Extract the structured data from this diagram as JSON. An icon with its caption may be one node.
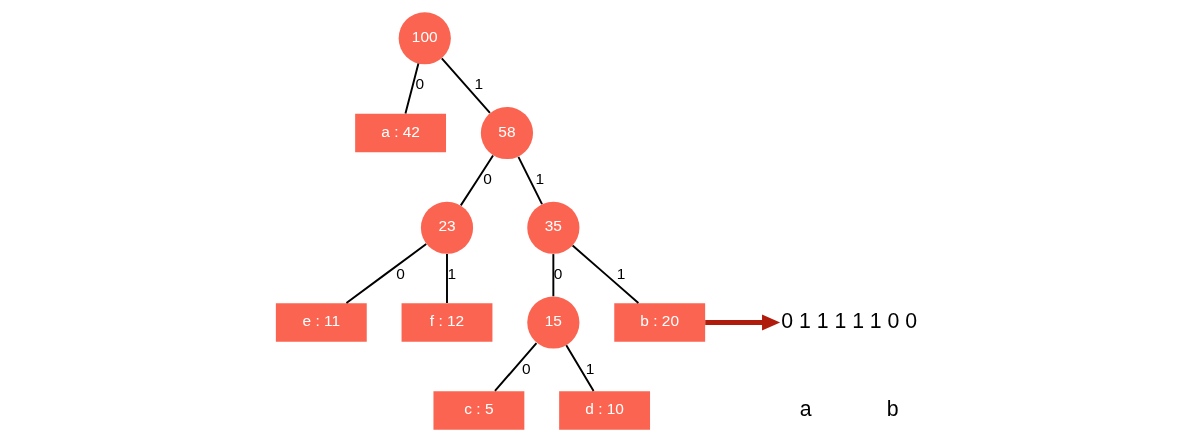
{
  "diagram": {
    "nodes": [
      {
        "text": [
          "100"
        ]
      },
      {
        "text": [
          "a : 42"
        ]
      },
      {
        "text": [
          "58"
        ]
      },
      {
        "text": [
          "23"
        ]
      },
      {
        "text": [
          "35"
        ]
      },
      {
        "text": [
          "e : 11"
        ]
      },
      {
        "text": [
          "f : 12"
        ]
      },
      {
        "text": [
          "15"
        ]
      },
      {
        "text": [
          "b : 20"
        ]
      },
      {
        "text": [
          "c : 5"
        ]
      },
      {
        "text": [
          "d : 10"
        ]
      },
      {
        "text": [
          "0 1 1 1 1 1 0 0"
        ]
      }
    ],
    "edges": [
      {
        "from": 0,
        "to": 1,
        "arrow": "none",
        "label": "0"
      },
      {
        "from": 0,
        "to": 2,
        "arrow": "none",
        "label": "1"
      },
      {
        "from": 2,
        "to": 3,
        "arrow": "none",
        "label": "0"
      },
      {
        "from": 2,
        "to": 4,
        "arrow": "none",
        "label": "1"
      },
      {
        "from": 3,
        "to": 5,
        "arrow": "none",
        "label": "0"
      },
      {
        "from": 3,
        "to": 6,
        "arrow": "none",
        "label": "1"
      },
      {
        "from": 4,
        "to": 7,
        "arrow": "none",
        "label": "0"
      },
      {
        "from": 4,
        "to": 8,
        "arrow": "none",
        "label": "1"
      },
      {
        "from": 7,
        "to": 9,
        "arrow": "none",
        "label": "0"
      },
      {
        "from": 7,
        "to": 10,
        "arrow": "none",
        "label": "1"
      },
      {
        "from": 8,
        "to": 11,
        "arrow": "to",
        "style": "thick",
        "color": "#b01c0c"
      }
    ],
    "labels": [
      "a",
      "b"
    ]
  }
}
